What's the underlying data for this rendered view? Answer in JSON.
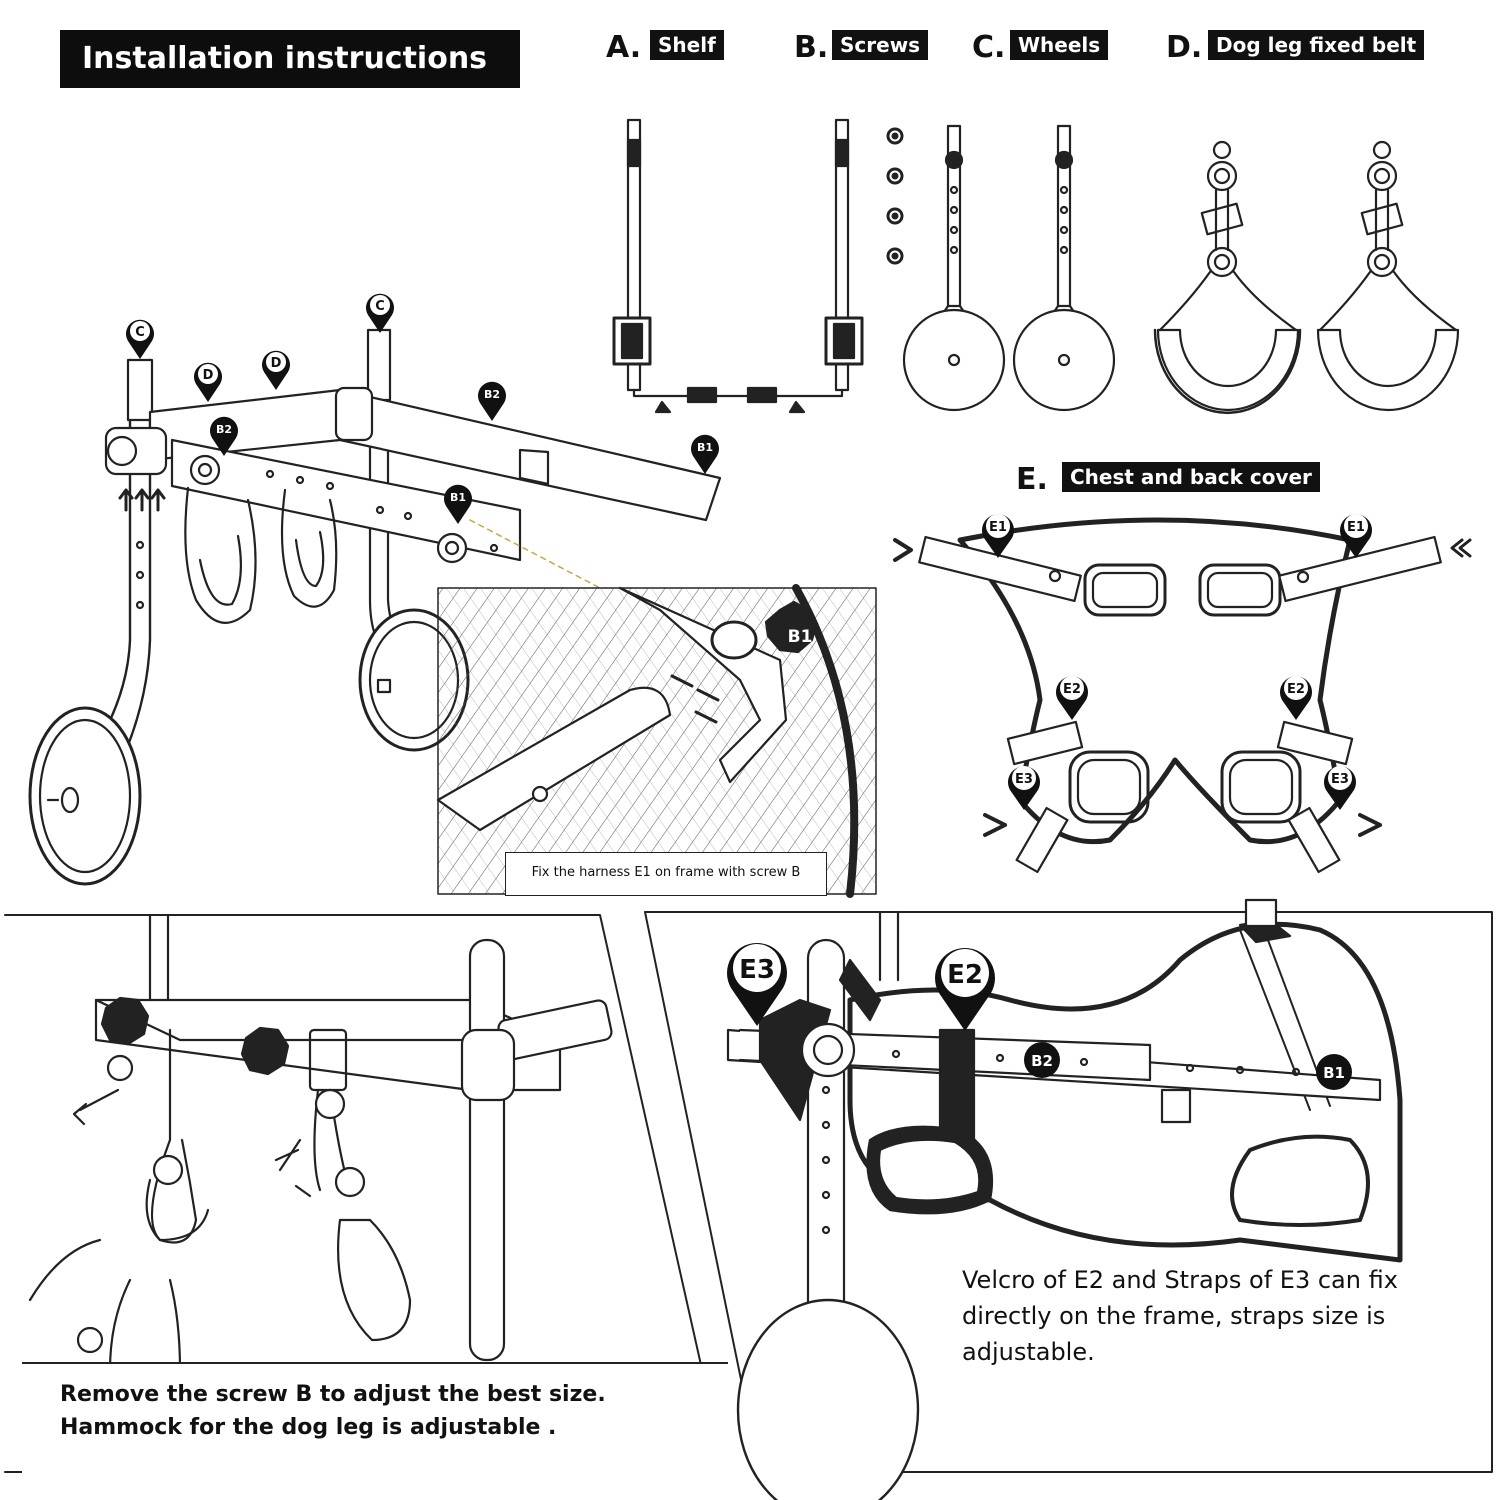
{
  "title": "Installation instructions",
  "parts": [
    {
      "letter": "A.",
      "name": "Shelf"
    },
    {
      "letter": "B.",
      "name": "Screws"
    },
    {
      "letter": "C.",
      "name": "Wheels"
    },
    {
      "letter": "D.",
      "name": "Dog leg fixed belt"
    },
    {
      "letter": "E.",
      "name": "Chest and back cover"
    }
  ],
  "markers": {
    "c": "C",
    "d": "D",
    "b1": "B1",
    "b2": "B2",
    "e1": "E1",
    "e2": "E2",
    "e3": "E3"
  },
  "captions": {
    "harness": "Fix the harness E1 on frame with screw B",
    "screw": "Remove the screw B to adjust the best size.\nHammock for the dog leg is adjustable .",
    "velcro": "Velcro of E2 and Straps of E3 can fix\ndirectly on the frame, straps size is\nadjustable."
  },
  "colors": {
    "ink": "#111111",
    "paper": "#ffffff",
    "detail": "#c8a64a"
  }
}
